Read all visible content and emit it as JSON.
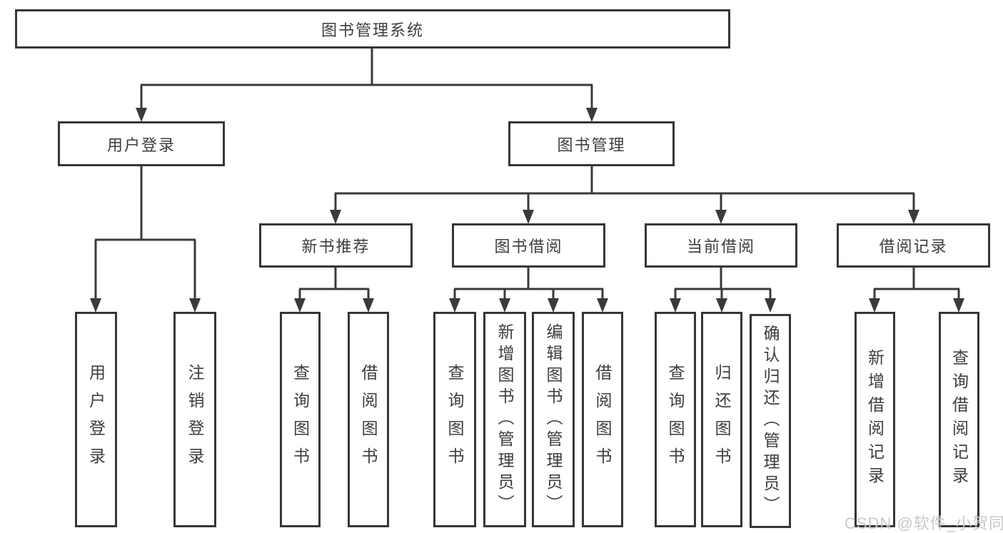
{
  "diagram": {
    "root": {
      "label": "图书管理系统"
    },
    "branches": {
      "user_login": {
        "label": "用户登录",
        "children": [
          "用户登录",
          "注销登录"
        ]
      },
      "book_management": {
        "label": "图书管理",
        "children": {
          "new_book_recommend": {
            "label": "新书推荐",
            "children": [
              "查询图书",
              "借阅图书"
            ]
          },
          "book_borrowing": {
            "label": "图书借阅",
            "children": [
              "查询图书",
              "新增图书（管理员）",
              "编辑图书（管理员）",
              "借阅图书"
            ]
          },
          "current_borrowing": {
            "label": "当前借阅",
            "children": [
              "查询图书",
              "归还图书",
              "确认归还（管理员）"
            ]
          },
          "borrow_records": {
            "label": "借阅记录",
            "children": [
              "新增借阅记录",
              "查询借阅记录"
            ]
          }
        }
      }
    },
    "watermark": "CSDN @软件_小贺同学",
    "colors": {
      "line": "#3a3a3a",
      "text": "#3d3d3d",
      "background": "#ffffff",
      "watermark": "#c8c8c8"
    }
  }
}
